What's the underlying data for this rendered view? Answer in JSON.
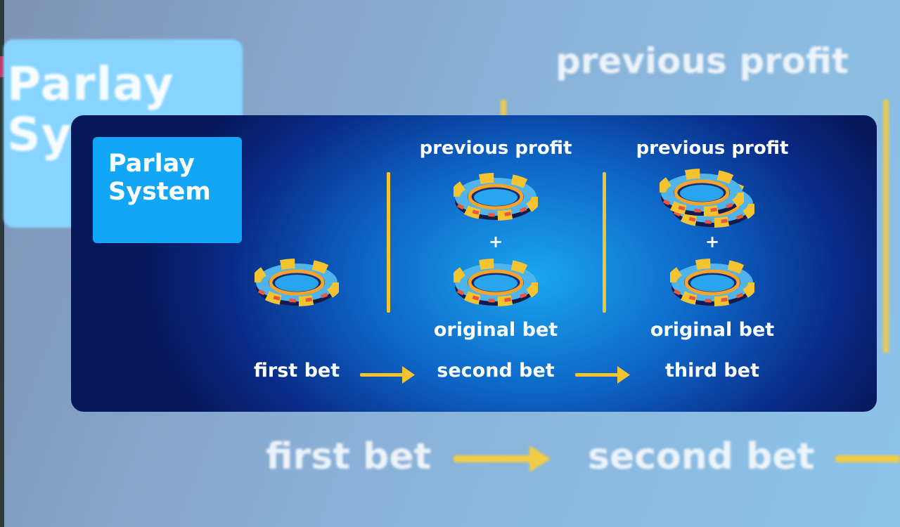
{
  "title": {
    "line1": "Parlay",
    "line2": "System"
  },
  "labels": {
    "previous_profit": "previous profit",
    "plus": "+",
    "original_bet": "original bet"
  },
  "steps": {
    "first": "first bet",
    "second": "second bet",
    "third": "third bet"
  },
  "background_copy": {
    "title_line1": "Parlay",
    "title_line2": "Sy",
    "previous_profit": "previous profit",
    "first": "first bet",
    "second": "second bet"
  },
  "colors": {
    "accent_yellow": "#f4c430",
    "badge_blue": "#11a6f6",
    "card_dark": "#07185a",
    "chip_blue": "#4fb4ec",
    "chip_red": "#e9553d"
  },
  "icons": [
    "casino-chip-icon",
    "arrow-right-icon"
  ]
}
